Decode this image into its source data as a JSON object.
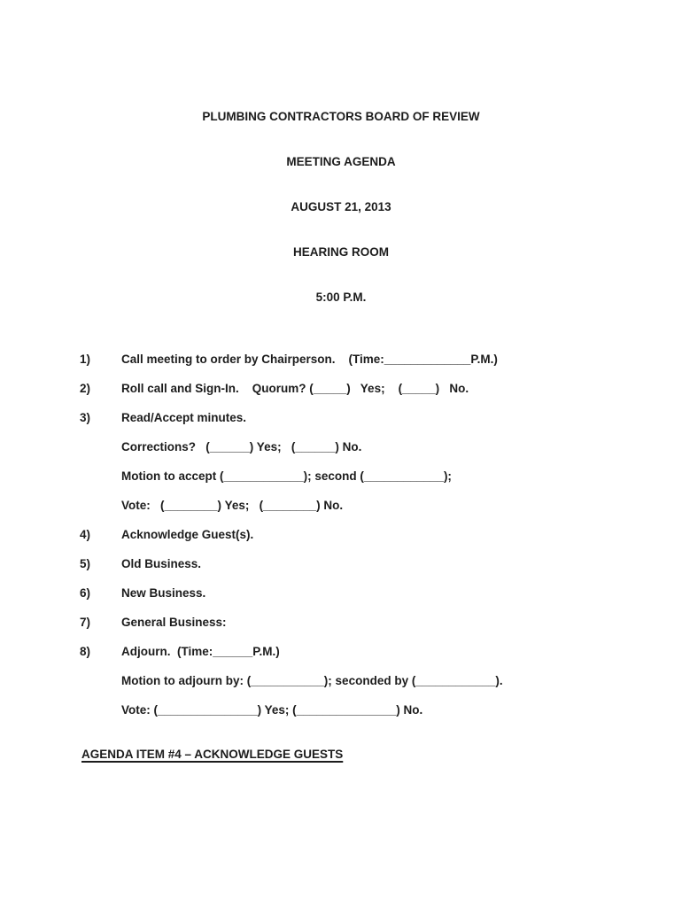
{
  "header": {
    "line1": "PLUMBING CONTRACTORS BOARD OF REVIEW",
    "line2": "MEETING AGENDA",
    "line3": "AUGUST 21, 2013",
    "line4": "HEARING ROOM",
    "line5": "5:00 P.M."
  },
  "agenda": [
    {
      "num": "1)",
      "text": "Call meeting to order by Chairperson.    (Time:_____________P.M.)",
      "subs": []
    },
    {
      "num": "2)",
      "text": "Roll call and Sign-In.    Quorum? (_____)   Yes;    (_____)   No.",
      "subs": []
    },
    {
      "num": "3)",
      "text": "Read/Accept minutes.",
      "subs": [
        "Corrections?   (______) Yes;   (______) No.",
        "Motion to accept (____________); second (____________);",
        "Vote:   (________) Yes;   (________) No."
      ]
    },
    {
      "num": "4)",
      "text": "Acknowledge Guest(s).",
      "subs": []
    },
    {
      "num": "5)",
      "text": "Old Business.",
      "subs": []
    },
    {
      "num": "6)",
      "text": "New Business.",
      "subs": []
    },
    {
      "num": "7)",
      "text": "General Business:",
      "subs": []
    },
    {
      "num": "8)",
      "text": "Adjourn.  (Time:______P.M.)",
      "subs": [
        "Motion to adjourn by: (___________); seconded by (____________).",
        "Vote: (_______________) Yes; (_______________) No."
      ]
    }
  ],
  "section_heading": "AGENDA ITEM #4 – ACKNOWLEDGE GUESTS",
  "colors": {
    "page_background": "#ffffff",
    "text": "#1c1c1c"
  }
}
